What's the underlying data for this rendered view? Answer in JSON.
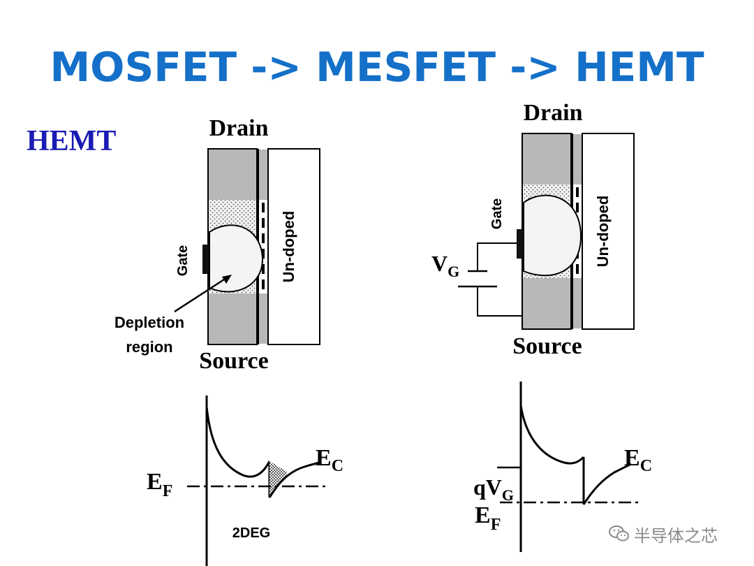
{
  "slide": {
    "title": "MOSFET -> MESFET -> HEMT",
    "side_label": "HEMT"
  },
  "left_device": {
    "drain": "Drain",
    "source": "Source",
    "gate": "Gate",
    "undoped": "Un-doped",
    "depletion_line1": "Depletion",
    "depletion_line2": "region"
  },
  "right_device": {
    "drain": "Drain",
    "source": "Source",
    "gate": "Gate",
    "undoped": "Un-doped",
    "vg_main": "V",
    "vg_sub": "G"
  },
  "left_band": {
    "ef_main": "E",
    "ef_sub": "F",
    "ec_main": "E",
    "ec_sub": "C",
    "twodeg": "2DEG"
  },
  "right_band": {
    "qvg_main": "qV",
    "qvg_sub": "G",
    "ef_main": "E",
    "ef_sub": "F",
    "ec_main": "E",
    "ec_sub": "C"
  },
  "watermark": {
    "text": "半导体之芯",
    "icon": "wechat-icon"
  }
}
